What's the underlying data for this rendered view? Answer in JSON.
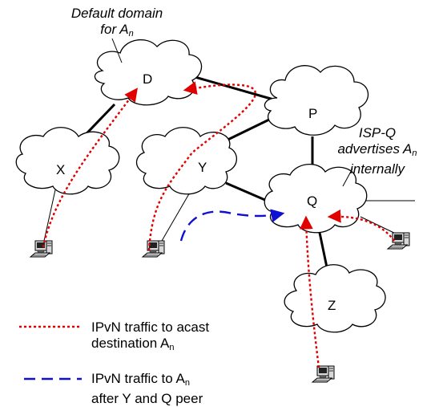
{
  "nodes": {
    "D": "D",
    "P": "P",
    "X": "X",
    "Y": "Y",
    "Q": "Q",
    "Z": "Z"
  },
  "annotations": {
    "default_domain_line1": "Default domain",
    "default_domain_line2_prefix": "for A",
    "default_domain_line2_sub": "n",
    "isp_q_line1": "ISP-Q",
    "isp_q_line2_prefix": "advertises A",
    "isp_q_line2_sub": "n",
    "isp_q_line3": "internally"
  },
  "legend": {
    "red_line1": "IPvN traffic to acast",
    "red_line2_prefix": "destination A",
    "red_line2_sub": "n",
    "blue_line1_prefix": "IPvN traffic to A",
    "blue_line1_sub": "n",
    "blue_line2": "after Y and Q peer"
  },
  "colors": {
    "red_path": "#e00000",
    "blue_path": "#1010d0",
    "links": "#000000"
  }
}
